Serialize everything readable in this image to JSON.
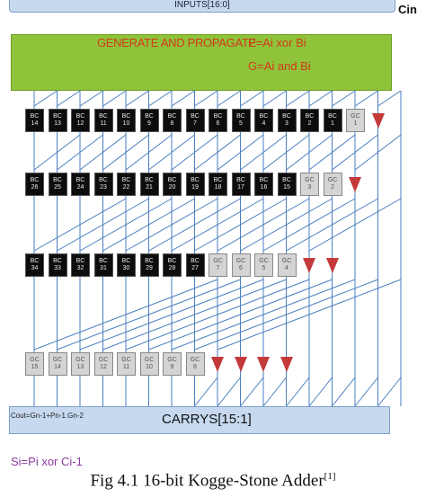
{
  "header": {
    "input_label": "INPUTS[16:0]",
    "cin_label": "Cin"
  },
  "gp_block": {
    "title": "GENERATE AND PROPAGATE",
    "p_formula": "P=Ai xor Bi",
    "g_formula": "G=Ai and Bi"
  },
  "stages": [
    {
      "cells": [
        {
          "type": "BC",
          "label": "14"
        },
        {
          "type": "BC",
          "label": "13"
        },
        {
          "type": "BC",
          "label": "12"
        },
        {
          "type": "BC",
          "label": "11"
        },
        {
          "type": "BC",
          "label": "10"
        },
        {
          "type": "BC",
          "label": "9"
        },
        {
          "type": "BC",
          "label": "8"
        },
        {
          "type": "BC",
          "label": "7"
        },
        {
          "type": "BC",
          "label": "6"
        },
        {
          "type": "BC",
          "label": "5"
        },
        {
          "type": "BC",
          "label": "4"
        },
        {
          "type": "BC",
          "label": "3"
        },
        {
          "type": "BC",
          "label": "2"
        },
        {
          "type": "BC",
          "label": "1"
        },
        {
          "type": "GC",
          "label": "1"
        }
      ],
      "buffers": 1
    },
    {
      "cells": [
        {
          "type": "BC",
          "label": "26"
        },
        {
          "type": "BC",
          "label": "25"
        },
        {
          "type": "BC",
          "label": "24"
        },
        {
          "type": "BC",
          "label": "23"
        },
        {
          "type": "BC",
          "label": "22"
        },
        {
          "type": "BC",
          "label": "21"
        },
        {
          "type": "BC",
          "label": "20"
        },
        {
          "type": "BC",
          "label": "19"
        },
        {
          "type": "BC",
          "label": "18"
        },
        {
          "type": "BC",
          "label": "17"
        },
        {
          "type": "BC",
          "label": "16"
        },
        {
          "type": "BC",
          "label": "15"
        },
        {
          "type": "GC",
          "label": "3"
        },
        {
          "type": "GC",
          "label": "2"
        }
      ],
      "buffers": 1
    },
    {
      "cells": [
        {
          "type": "BC",
          "label": "34"
        },
        {
          "type": "BC",
          "label": "33"
        },
        {
          "type": "BC",
          "label": "32"
        },
        {
          "type": "BC",
          "label": "31"
        },
        {
          "type": "BC",
          "label": "30"
        },
        {
          "type": "BC",
          "label": "29"
        },
        {
          "type": "BC",
          "label": "28"
        },
        {
          "type": "BC",
          "label": "27"
        },
        {
          "type": "GC",
          "label": "7"
        },
        {
          "type": "GC",
          "label": "6"
        },
        {
          "type": "GC",
          "label": "5"
        },
        {
          "type": "GC",
          "label": "4"
        }
      ],
      "buffers": 2
    },
    {
      "cells": [
        {
          "type": "GC",
          "label": "15"
        },
        {
          "type": "GC",
          "label": "14"
        },
        {
          "type": "GC",
          "label": "13"
        },
        {
          "type": "GC",
          "label": "12"
        },
        {
          "type": "GC",
          "label": "11"
        },
        {
          "type": "GC",
          "label": "10"
        },
        {
          "type": "GC",
          "label": "9"
        },
        {
          "type": "GC",
          "label": "8"
        }
      ],
      "buffers": 4
    }
  ],
  "carry_bar": {
    "label": "CARRYS[15:1]",
    "cout_formula": "Cout=Gn-1+Pn-1.Gn-2"
  },
  "sum_formula": "Si=Pi xor Ci-1",
  "caption": {
    "text": "Fig 4.1 16-bit Kogge-Stone Adder",
    "ref": "[1]"
  },
  "colors": {
    "bc_fill": "#0d0d0d",
    "gc_fill": "#d4d4d4",
    "buffer_fill": "#c43a3a",
    "gp_fill": "#8fc33a",
    "bar_fill": "#c6d9ef",
    "wire": "#4a7fc1"
  }
}
